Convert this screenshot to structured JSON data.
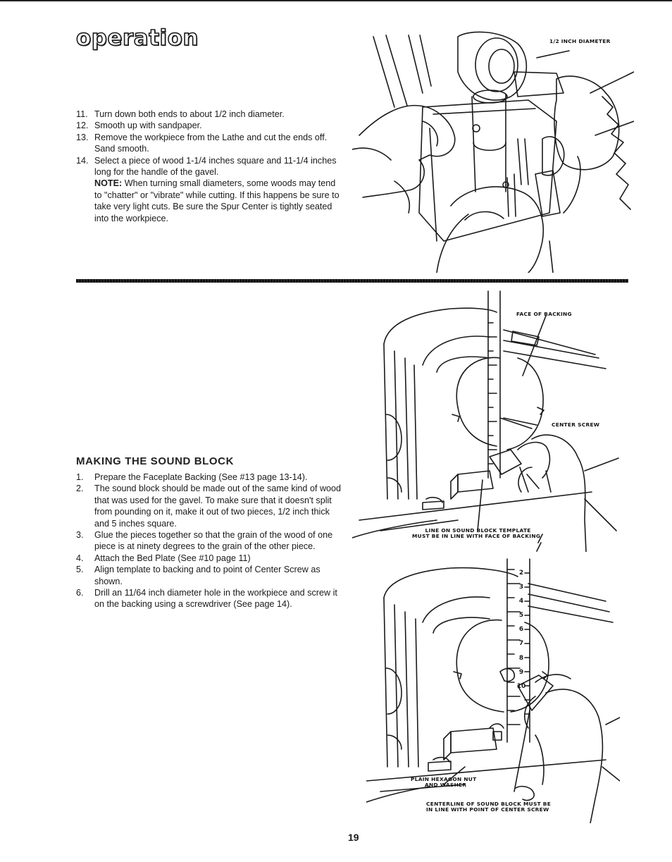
{
  "page": {
    "title": "operation",
    "page_number": "19"
  },
  "steps_top": [
    {
      "num": "11.",
      "text": "Turn down both ends to about 1/2 inch diameter."
    },
    {
      "num": "12.",
      "text": "Smooth up with sandpaper."
    },
    {
      "num": "13.",
      "text": "Remove the workpiece from the Lathe and cut the ends off. Sand smooth."
    },
    {
      "num": "14.",
      "text": "Select a piece of wood 1-1/4 inches square and 11-1/4 inches long for the handle of the gavel."
    }
  ],
  "note": {
    "label": "NOTE:",
    "text": "When turning small diameters, some woods may tend to \"chatter\" or \"vibrate\" while cutting. If this happens be sure to take very light cuts. Be sure the Spur Center is tightly seated into the workpiece."
  },
  "section": {
    "heading": "MAKING THE SOUND BLOCK",
    "steps": [
      {
        "num": "1.",
        "text": "Prepare the Faceplate Backing (See #13 page 13-14)."
      },
      {
        "num": "2.",
        "text": "The sound block should be made out of the same kind of wood that was used for the gavel. To make sure that it doesn't split from pounding on it, make it out of two pieces, 1/2 inch thick and 5 inches square."
      },
      {
        "num": "3.",
        "text": "Glue the pieces together so that the grain of the wood of one piece is at ninety degrees to the grain of the other piece."
      },
      {
        "num": "4.",
        "text": "Attach the Bed Plate (See #10 page 11)"
      },
      {
        "num": "5.",
        "text": "Align template to backing and to point of Center Screw as shown."
      },
      {
        "num": "6.",
        "text": "Drill an 11/64 inch diameter hole in the workpiece and screw it on the backing using a screwdriver (See page 14)."
      }
    ]
  },
  "figures": {
    "top": {
      "label_diameter": "1/2 INCH DIAMETER"
    },
    "middle": {
      "label_face": "FACE OF BACKING",
      "label_center_screw": "CENTER SCREW",
      "label_line_1": "LINE ON SOUND BLOCK TEMPLATE",
      "label_line_2": "MUST BE IN LINE WITH FACE OF BACKING"
    },
    "bottom": {
      "label_nut_1": "PLAIN HEXAGON NUT",
      "label_nut_2": "AND WASHER",
      "label_center_1": "CENTERLINE OF SOUND BLOCK MUST BE",
      "label_center_2": "IN LINE WITH POINT OF CENTER SCREW",
      "ruler_numbers": [
        "2",
        "3",
        "4",
        "5",
        "6",
        "7",
        "8",
        "9",
        "10"
      ]
    }
  }
}
